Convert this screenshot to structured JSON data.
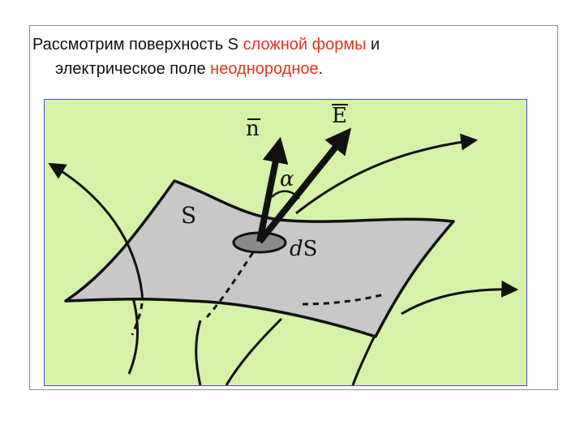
{
  "slide": {
    "text": {
      "line1_prefix": "Рассмотрим поверхность S ",
      "line1_accent": "сложной формы",
      "line1_suffix": " и",
      "line2_prefix": "электрическое поле ",
      "line2_accent": "неоднородное",
      "line2_suffix": "."
    },
    "figure": {
      "labels": {
        "normal": "n",
        "field": "E",
        "angle": "α",
        "surface": "S",
        "element_d": "d",
        "element_s": "S"
      },
      "colors": {
        "background": "#d6f2a8",
        "surface_fill": "#c8c8c8",
        "area_element": "#8a8a8a",
        "accent_text": "#e8331f",
        "stroke": "#111111"
      }
    }
  }
}
